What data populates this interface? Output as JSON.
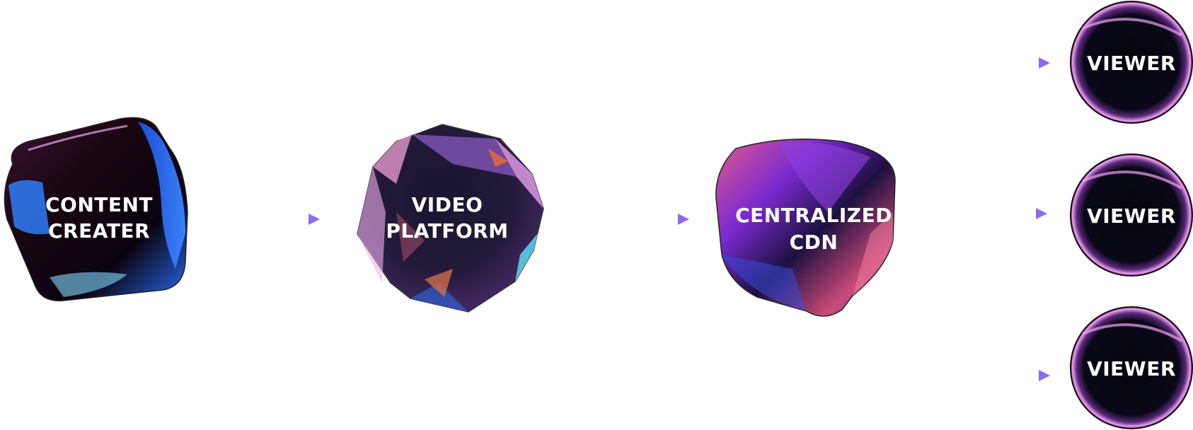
{
  "nodes": {
    "content_creator": {
      "line1": "CONTENT",
      "line2": "CREATER"
    },
    "video_platform": {
      "line1": "VIDEO",
      "line2": "PLATFORM"
    },
    "centralized_cdn": {
      "line1": "CENTRALIZED",
      "line2": "CDN"
    },
    "viewers": [
      {
        "label": "VIEWER"
      },
      {
        "label": "VIEWER"
      },
      {
        "label": "VIEWER"
      }
    ]
  },
  "colors": {
    "arrow_start": "#f3c6f5",
    "arrow_end": "#8a6cf0",
    "node_dark": "#0a0a16",
    "accent_blue": "#2b6cf6",
    "accent_purple": "#9c4df0",
    "accent_pink": "#e86fa0",
    "accent_glow": "#d86ee8"
  }
}
